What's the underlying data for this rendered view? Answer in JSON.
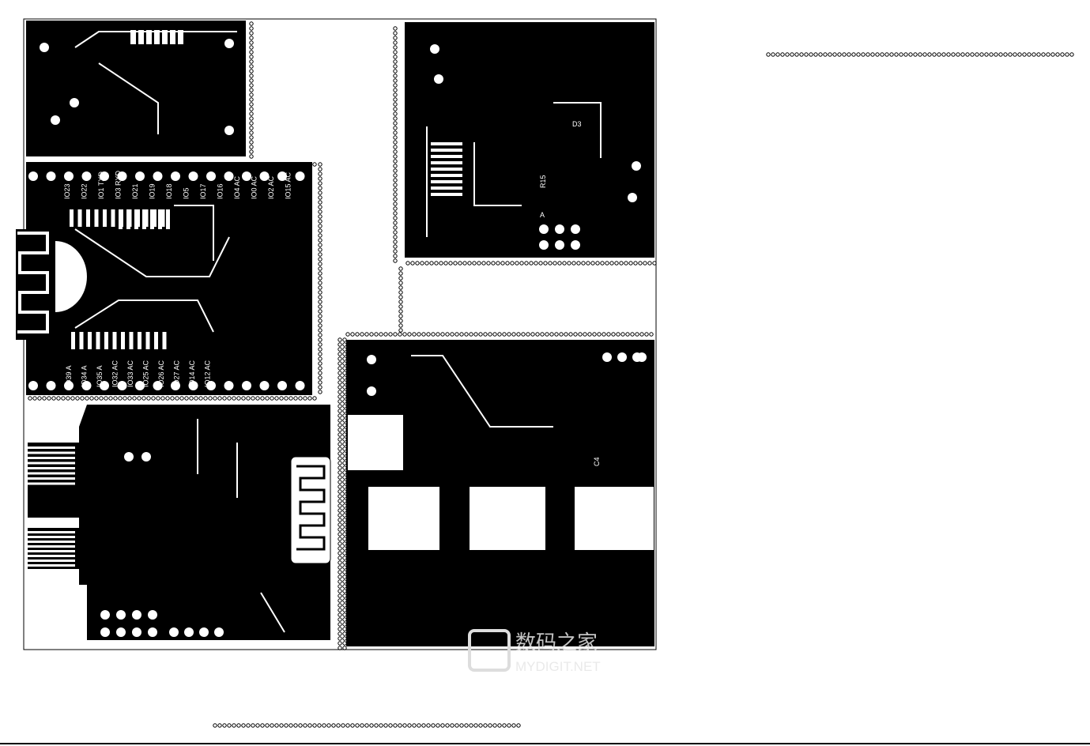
{
  "colors": {
    "copper": "#000000",
    "board": "#ffffff",
    "watermark": "#e0e0e0"
  },
  "top_header_labels": [
    "IO23",
    "IO22",
    "IO1 TXD",
    "IO3 RXD",
    "IO21",
    "IO19",
    "IO18",
    "IO5",
    "IO17",
    "IO16",
    "IO4 AC",
    "IO0 AC",
    "IO2 AC",
    "IO15 AC"
  ],
  "bottom_header_labels": [
    "IO39 A",
    "IO34 A",
    "IO35 A",
    "IO32 AC",
    "IO33 AC",
    "IO25 AC",
    "IO26 AC",
    "IO27 AC",
    "IO14 AC",
    "IO12 AC"
  ],
  "designators": {
    "d3": "D3",
    "a": "A",
    "c4": "C4",
    "r": "R15"
  },
  "watermark": {
    "cn": "数码之家",
    "en": "MYDIGIT.NET"
  }
}
